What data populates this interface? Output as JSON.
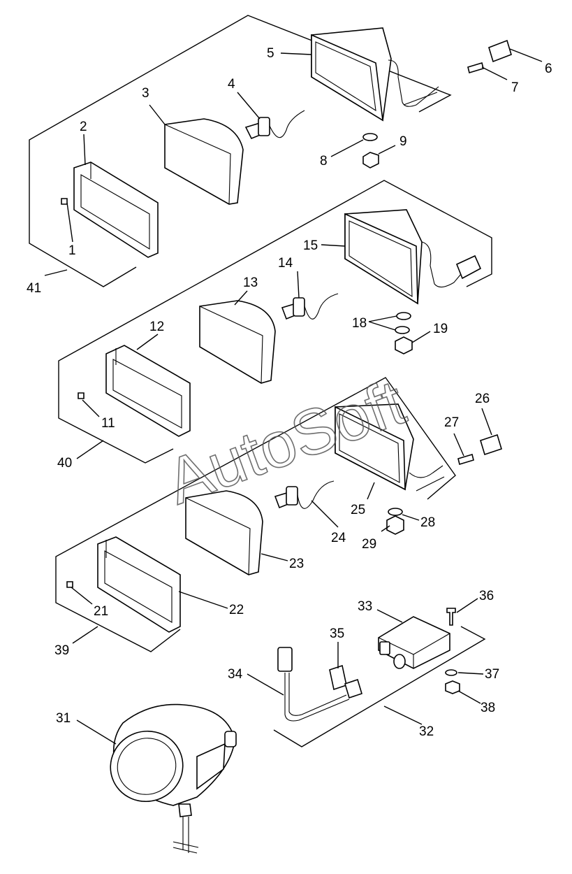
{
  "watermark": "AutoSoft",
  "callouts": {
    "c1": "1",
    "c2": "2",
    "c3": "3",
    "c4": "4",
    "c5": "5",
    "c6": "6",
    "c7": "7",
    "c8": "8",
    "c9": "9",
    "c11": "11",
    "c12": "12",
    "c13": "13",
    "c14": "14",
    "c15": "15",
    "c18": "18",
    "c19": "19",
    "c21": "21",
    "c22": "22",
    "c23": "23",
    "c24": "24",
    "c25": "25",
    "c26": "26",
    "c27": "27",
    "c28": "28",
    "c29": "29",
    "c31": "31",
    "c32": "32",
    "c33": "33",
    "c34": "34",
    "c35": "35",
    "c36": "36",
    "c37": "37",
    "c38": "38",
    "c39": "39",
    "c40": "40",
    "c41": "41"
  }
}
